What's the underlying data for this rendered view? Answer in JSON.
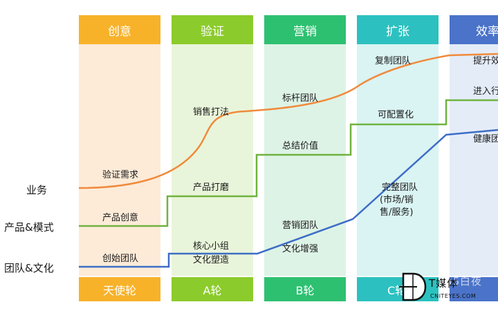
{
  "columns": [
    {
      "header": "创意",
      "footer": "天使轮",
      "head_color": "#F7B22A",
      "bg_color": "#FDEBD8",
      "foot_color": "#F7B22A"
    },
    {
      "header": "验证",
      "footer": "A轮",
      "head_color": "#8CCB2C",
      "bg_color": "#E9F5DA",
      "foot_color": "#8CCB2C"
    },
    {
      "header": "营销",
      "footer": "B轮",
      "head_color": "#2EC071",
      "bg_color": "#DDF3E6",
      "foot_color": "#2EC071"
    },
    {
      "header": "扩张",
      "footer": "C轮",
      "head_color": "#2CC1C0",
      "bg_color": "#DAF3F3",
      "foot_color": "#2CC1C0"
    },
    {
      "header": "效率",
      "footer": "",
      "head_color": "#4A73C9",
      "bg_color": "#E4ECF8",
      "foot_color": "#4A73C9"
    }
  ],
  "rows": [
    {
      "label": "业务",
      "color": "#F08A3C"
    },
    {
      "label": "产品&模式",
      "color": "#6FB33F"
    },
    {
      "label": "团队&文化",
      "color": "#3E6DC6"
    }
  ],
  "annotations": {
    "a1": "验证需求",
    "a2": "产品创意",
    "a3": "创始团队",
    "a4": "销售打法",
    "a5": "产品打磨",
    "a6": "核心小组",
    "a7": "文化塑造",
    "a8": "标杆团队",
    "a9": "总结价值",
    "a10": "营销团队",
    "a11": "文化增强",
    "a12": "复制团队",
    "a13": "可配置化",
    "a14": "完整团队",
    "a15": "(市场/销",
    "a16": "售/服务)",
    "a17": "提升效",
    "a18": "进入行",
    "a19": "健康团"
  },
  "watermark": {
    "text": "T媒体",
    "sub": "CNITEYES.COM",
    "faded": "aaS白夜"
  }
}
